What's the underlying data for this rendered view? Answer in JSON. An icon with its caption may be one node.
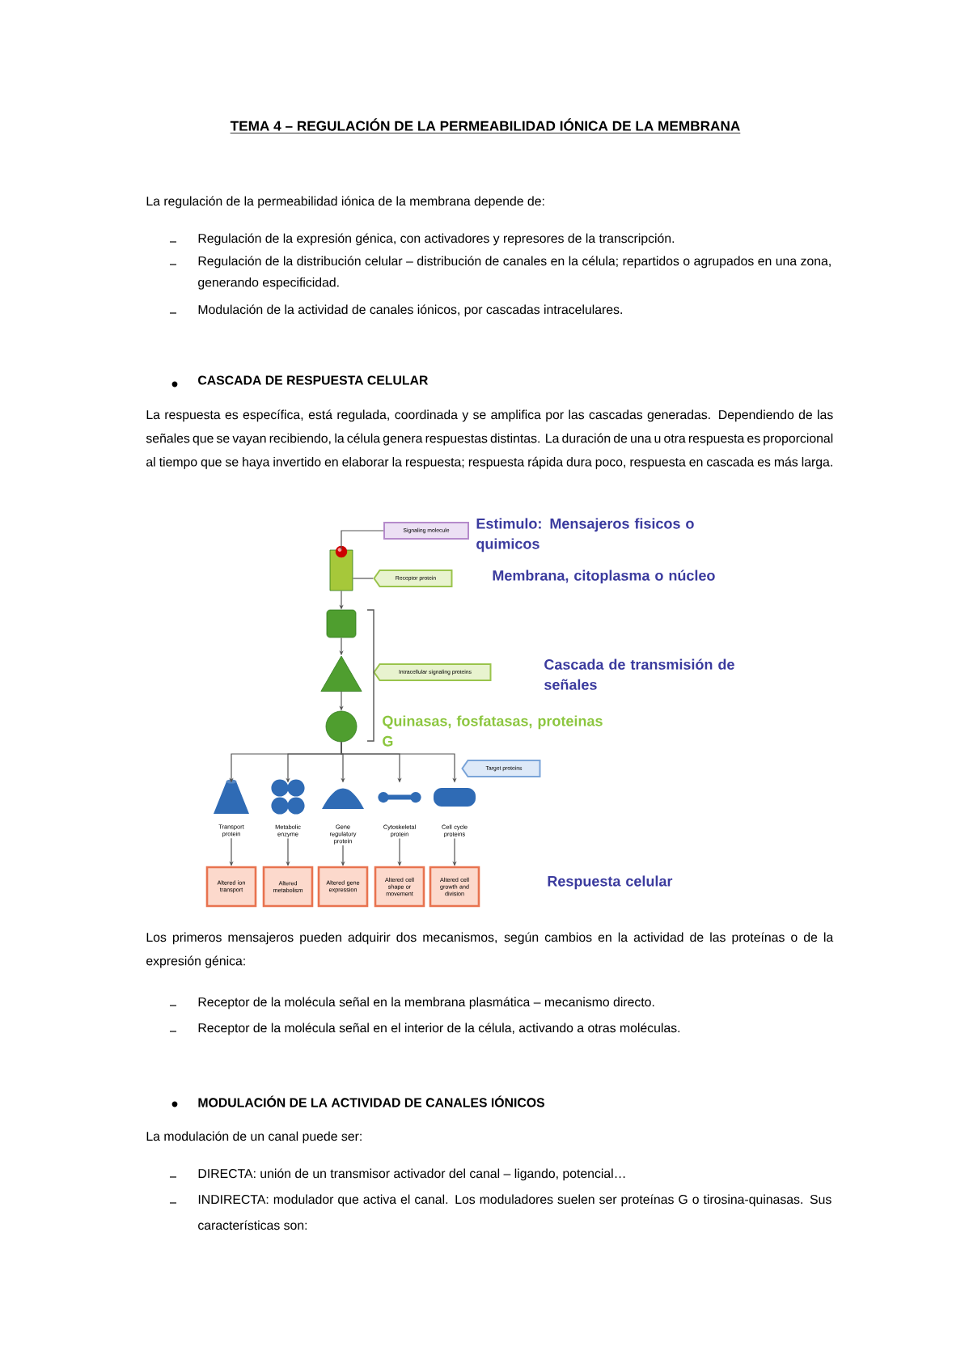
{
  "diagram": {
    "title": "TEMA 4 – REGULACIÓN DE LA PERMEABILIDAD IÓNICA DE LA MEMBRANA",
    "nodes": [
      {
        "text": [
          "Signaling molecule"
        ]
      },
      {
        "text": [],
        "shape": "box"
      },
      {
        "text": [
          "Receptor protein"
        ]
      },
      {
        "text": [],
        "shape": "box"
      },
      {
        "text": [],
        "shape": "triangle"
      },
      {
        "text": [],
        "shape": "circle"
      },
      {
        "text": [
          "Intracellular signaling proteins"
        ]
      },
      {
        "text": [
          "Target proteins"
        ]
      },
      {
        "text": [],
        "shape": "picture",
        "beside": [
          "Transport protein"
        ]
      },
      {
        "text": [],
        "shape": "picture",
        "beside": [
          "Metabolic enzyme"
        ]
      },
      {
        "text": [],
        "shape": "picture",
        "beside": [
          "Gene regulatory protein"
        ]
      },
      {
        "text": [],
        "shape": "picture",
        "beside": [
          "Cytoskeletal protein"
        ]
      },
      {
        "text": [],
        "shape": "box",
        "beside": [
          "Cell cycle proteins"
        ]
      },
      {
        "text": [
          "Altered ion transport"
        ]
      },
      {
        "text": [
          "Altered metabolism"
        ]
      },
      {
        "text": [
          "Altered gene expression"
        ]
      },
      {
        "text": [
          "Altered cell shape or movement"
        ]
      },
      {
        "text": [
          "Altered cell growth and division"
        ]
      }
    ],
    "edges": [
      {
        "from": 0,
        "to": 1,
        "arrow": "none"
      },
      {
        "from": 2,
        "to": 1,
        "arrow": "none"
      },
      {
        "from": 1,
        "to": 3,
        "arrow": "to"
      },
      {
        "from": 3,
        "to": 4,
        "arrow": "to"
      },
      {
        "from": 4,
        "to": 5,
        "arrow": "to"
      },
      {
        "from": 5,
        "to": 8,
        "arrow": "to"
      },
      {
        "from": 5,
        "to": 9,
        "arrow": "to"
      },
      {
        "from": 5,
        "to": 10,
        "arrow": "to"
      },
      {
        "from": 5,
        "to": 11,
        "arrow": "to"
      },
      {
        "from": 5,
        "to": 12,
        "arrow": "to"
      },
      {
        "from": 8,
        "to": 13,
        "arrow": "to"
      },
      {
        "from": 9,
        "to": 14,
        "arrow": "to"
      },
      {
        "from": 10,
        "to": 15,
        "arrow": "to"
      },
      {
        "from": 11,
        "to": 16,
        "arrow": "to"
      },
      {
        "from": 12,
        "to": 17,
        "arrow": "to"
      }
    ],
    "labels": [
      "La regulación de la permeabilidad iónica de la membrana depende de:",
      "Regulación de la expresión génica, con activadores y represores de la transcripción.",
      "Regulación de la distribución celular – distribución de canales en la célula; repartidos o agrupados en una zona, generando especificidad.",
      "Modulación de la actividad de canales iónicos, por cascadas intracelulares.",
      "CASCADA DE RESPUESTA CELULAR",
      "La respuesta es específica, está regulada, coordinada y se amplifica por las cascadas generadas. Dependiendo de las señales que se vayan recibiendo, la célula genera respuestas distintas. La duración de una u otra respuesta es proporcional al tiempo que se haya invertido en elaborar la respuesta; respuesta rápida dura poco, respuesta en cascada es más larga.",
      "Estimulo: Mensajeros fisicos o quimicos",
      "Membrana, citoplasma o núcleo",
      "Cascada de transmisión de señales",
      "Quinasas, fosfatasas, proteinas G",
      "Respuesta celular",
      "Los primeros mensajeros pueden adquirir dos mecanismos, según cambios en la actividad de las proteínas o de la expresión génica:",
      "Receptor de la molécula señal en la membrana plasmática – mecanismo directo.",
      "Receptor de la molécula señal en el interior de la célula, activando a otras moléculas.",
      "MODULACIÓN DE LA ACTIVIDAD DE CANALES IÓNICOS",
      "La modulación de un canal puede ser:",
      "DIRECTA: unión de un transmisor activador del canal – ligando, potencial…",
      "INDIRECTA: modulador que activa el canal. Los moduladores suelen ser proteínas G o tirosina-quinasas. Sus características son:"
    ]
  }
}
